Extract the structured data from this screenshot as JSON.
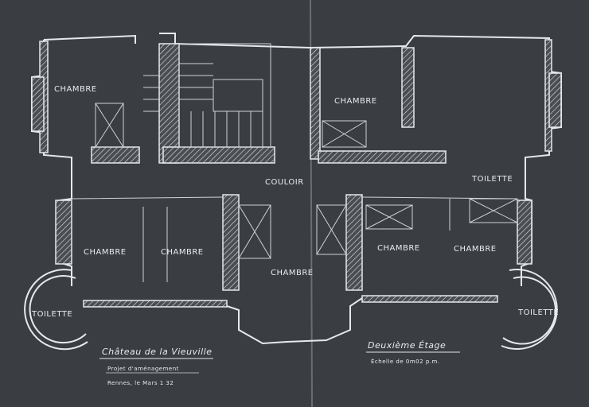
{
  "rooms": {
    "chambre_nw": "CHAMBRE",
    "chambre_ne": "CHAMBRE",
    "couloir": "COULOIR",
    "toilette_e": "TOILETTE",
    "chambre_w1": "CHAMBRE",
    "chambre_w2": "CHAMBRE",
    "chambre_center": "CHAMBRE",
    "chambre_e1": "CHAMBRE",
    "chambre_e2": "CHAMBRE",
    "toilette_sw": "TOILETTE",
    "toilette_se": "TOILETTE"
  },
  "title_block": {
    "title": "Château de la Vieuville",
    "subtitle": "Projet d'aménagement",
    "place_date": "Rennes, le   Mars 1 32",
    "floor": "Deuxième Étage",
    "scale": "Échelle de 0m02 p.m."
  },
  "colors": {
    "paper": "#3a3d41",
    "ink": "#e6e9ec"
  }
}
